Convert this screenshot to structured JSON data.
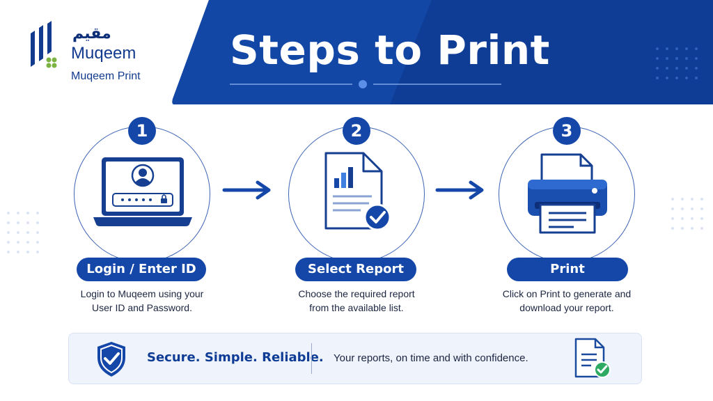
{
  "brand": {
    "arabic_name": "مقيم",
    "name": "Muqeem",
    "subtitle": "Muqeem Print"
  },
  "header": {
    "title": "Steps to Print"
  },
  "steps": [
    {
      "number": "1",
      "label": "Login / Enter ID",
      "description": "Login to Muqeem using your\nUser ID and Password.",
      "icon": "laptop-login-icon"
    },
    {
      "number": "2",
      "label": "Select Report",
      "description": "Choose the required report\nfrom the available list.",
      "icon": "report-document-icon"
    },
    {
      "number": "3",
      "label": "Print",
      "description": "Click on Print to generate and\ndownload your report.",
      "icon": "printer-icon"
    }
  ],
  "footer": {
    "tagline": "Secure. Simple. Reliable.",
    "message": "Your reports, on time and with confidence."
  },
  "colors": {
    "primary": "#1547a8",
    "dark": "#0d2f7a",
    "accent_green": "#7cb342",
    "check_green": "#2eaa62",
    "footer_bg": "#eef3fc"
  }
}
